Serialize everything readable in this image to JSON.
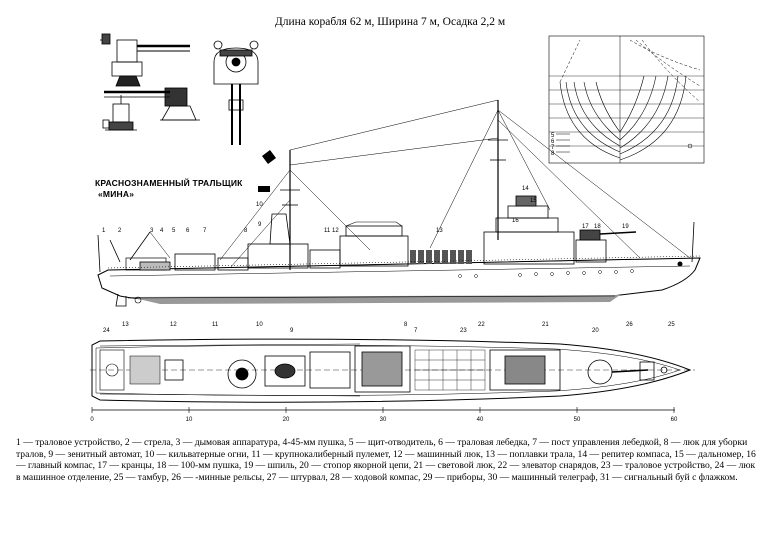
{
  "title": "Длина корабля 62 м, Ширина 7 м, Осадка 2,2 м",
  "ship_name": {
    "line1": "КРАСНОЗНАМЕННЫЙ ТРАЛЬЩИК",
    "line2": "«МИНА»"
  },
  "scale_labels": [
    "0",
    "10",
    "20",
    "30",
    "40",
    "50",
    "60"
  ],
  "side_callouts": [
    "1",
    "2",
    "3",
    "4",
    "5",
    "6",
    "7",
    "8",
    "9",
    "10",
    "11",
    "12",
    "13",
    "14",
    "15",
    "16",
    "17",
    "18",
    "19"
  ],
  "top_callouts": [
    "24",
    "13",
    "12",
    "11",
    "10",
    "9",
    "8",
    "7",
    "23",
    "22",
    "21",
    "20",
    "26",
    "25"
  ],
  "section_callouts": [
    "5",
    "6",
    "7",
    "8"
  ],
  "legend": "1 — траловое устройство, 2 — стрела, 3 — дымовая аппаратура, 4-45-мм пушка, 5 — щит-отводитель, 6 — траловая лебедка, 7 — пост управления лебедкой, 8 — люк для уборки тралов, 9 — зенитный автомат, 10 — кильватерные огни, 11 — крупнокалиберный пулемет, 12 — машинный люк, 13 — поплавки трала, 14 — репитер компаса, 15 — дальномер, 16 — главный компас, 17 — кранцы, 18 — 100-мм пушка, 19 — шпиль, 20 — стопор якорной цепи, 21 — световой люк, 22 — элеватор снарядов, 23 — траловое устройство, 24 — люк в машинное отделение, 25 — тамбур, 26 — -минные рельсы, 27 — штурвал, 28 — ходовой компас, 29 — приборы, 30 — машинный телеграф, 31 — сигнальный буй с флажком."
}
